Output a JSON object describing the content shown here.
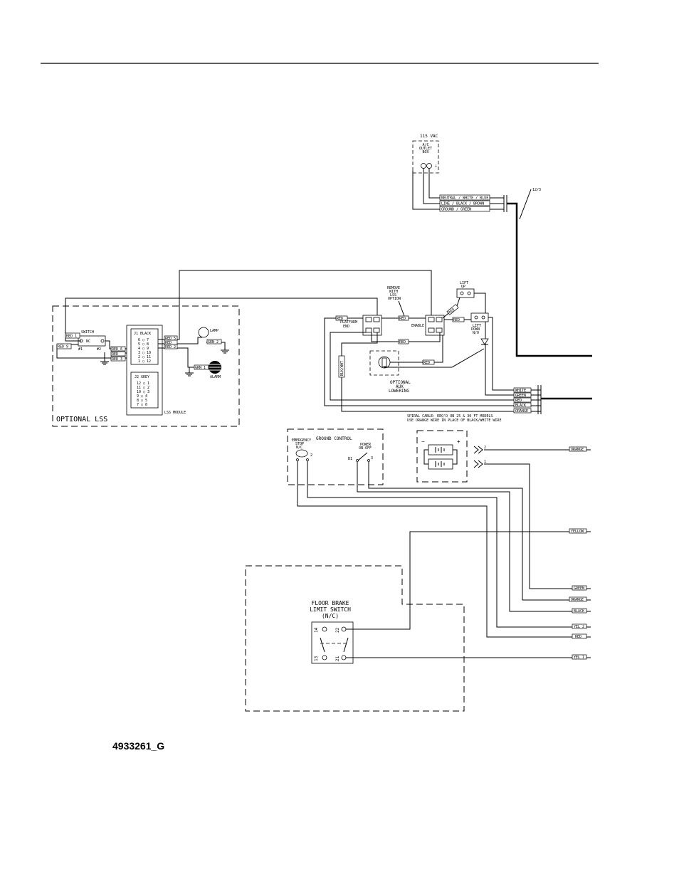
{
  "drawing_number": "4933261_G",
  "outlet": {
    "voltage": "115 VAC",
    "box_label": [
      "A/C",
      "OUTLET",
      "BOX"
    ],
    "wires": [
      "NEUTRAL / WHITE / BLUE",
      "LINE / BLACK / BROWN",
      "GROUND / GREEN"
    ]
  },
  "cable_tag": "12/3",
  "lss": {
    "title": "OPTIONAL LSS",
    "module_label": "LSS MODULE",
    "switch_label": "SWITCH",
    "switch_contact": "NC",
    "switch_pins": [
      "#1",
      "#2"
    ],
    "j1_label": "J1 BLACK",
    "j2_label": "J2 GREY",
    "j1_pins": [
      "6 ○ 7",
      "5 ○ 8",
      "4 ○ 9",
      "3 ○ 10",
      "2 ○ 11",
      "1 ○ 12"
    ],
    "j2_pins": [
      "12 ○ 1",
      "11 ○ 2",
      "10 ○ 3",
      "9 ○ 4",
      "8 ○ 5",
      "7 ○ 6"
    ],
    "wires_left": [
      "RED 1",
      "RED 9"
    ],
    "wires_mid": [
      "RED 6",
      "RED",
      "RED 3"
    ],
    "wires_right": [
      "RED 5",
      "RED",
      "RED 2"
    ],
    "lamp_label": "LAMP",
    "lamp_wire": "GRN 2",
    "alarm_label": "ALARM",
    "alarm_wire": "GRN 1"
  },
  "platform": {
    "platform_end": [
      "PLATFORM",
      "END"
    ],
    "enable": "ENABLE",
    "remove_note": [
      "REMOVE",
      "WITH",
      "LSS",
      "OPTION"
    ],
    "lift_up": [
      "LIFT",
      "UP"
    ],
    "lift_down": [
      "LIFT",
      "DOWN",
      "N/O"
    ],
    "wire_red": "RED",
    "wire_red_mid": "RED",
    "wire_red2": "RED",
    "wire_red_aux": "RED",
    "wire_red_diag": "RED",
    "wire_red_down": "RED",
    "wire_blkwht": "BLK/WHT",
    "aux_lowering": [
      "OPTIONAL",
      "AUX",
      "LOWERING"
    ],
    "spiral_note": [
      "SPIRAL CABLE: REQ'D ON 25 & 30 FT MODELS",
      "USE ORANGE WIRE IN PLACE OF BLACK/WHITE WIRE"
    ],
    "spiral_wires": [
      "WHITE",
      "GREEN",
      "RED",
      "BLACK",
      "ORANGE"
    ]
  },
  "ground_control": {
    "title": "GROUND CONTROL",
    "estop": [
      "EMERGENCY",
      "STOP",
      "N/C"
    ],
    "power": [
      "POWER",
      "ON-OFF"
    ],
    "pins": [
      "2",
      "B1",
      "3"
    ]
  },
  "battery": {
    "minus": "−",
    "plus": "+",
    "inputs": [
      "2",
      "1"
    ]
  },
  "floor_brake": {
    "title": [
      "FLOOR BRAKE",
      "LIMIT SWITCH",
      "(N/C)"
    ],
    "pins": [
      "14",
      "22",
      "13",
      "21"
    ]
  },
  "right_wires": [
    "ORANGE",
    "YELLOW",
    "GREEN",
    "ORANGE",
    "BLACK",
    "YEL 2",
    "RED",
    "YEL 1"
  ]
}
